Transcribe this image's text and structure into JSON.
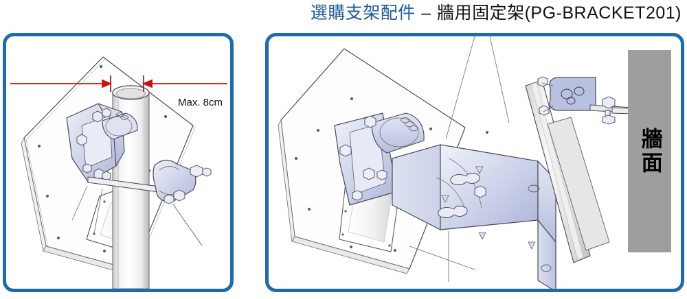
{
  "title": {
    "part_accessory": "選購支架配件",
    "separator": "–",
    "part_model": "牆用固定架(PG-BRACKET201)"
  },
  "panels": {
    "pole_mount": {
      "name": "pole-mount-illustration",
      "dimension_label": "Max. 8cm",
      "dimension_color": "#cc1111"
    },
    "wall_mount": {
      "name": "wall-mount-illustration",
      "wall_label": "牆面",
      "wall_color": "#9e9e9e"
    }
  },
  "colors": {
    "panel_border": "#1f6aab",
    "title_blue": "#1f5c99",
    "title_black": "#111111",
    "metal_fill": "#c8cde4",
    "metal_light": "#e4e7f3",
    "panel_fill": "#fdfdfd",
    "outline": "#3a3a4a"
  }
}
